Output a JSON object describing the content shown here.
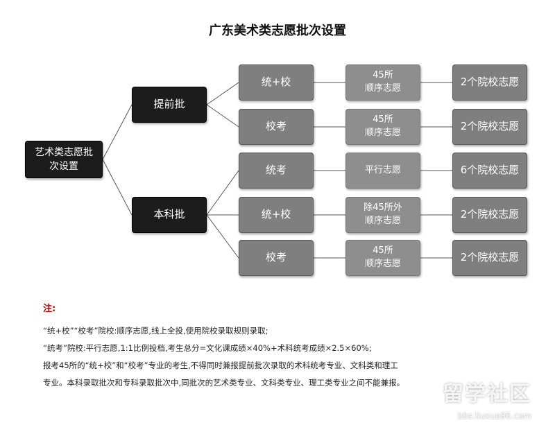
{
  "title": "广东美术类志愿批次设置",
  "root": {
    "line1": "艺术类志愿批",
    "line2": "次设置"
  },
  "batches": [
    "提前批",
    "本科批"
  ],
  "rows": [
    {
      "type": "统+校",
      "vol1": "45所",
      "vol2": "顺序志愿",
      "count": "2个院校志愿"
    },
    {
      "type": "校考",
      "vol1": "45所",
      "vol2": "顺序志愿",
      "count": "2个院校志愿"
    },
    {
      "type": "统考",
      "vol1": "平行志愿",
      "vol2": "",
      "count": "6个院校志愿"
    },
    {
      "type": "统+校",
      "vol1": "除45所外",
      "vol2": "顺序志愿",
      "count": "2个院校志愿"
    },
    {
      "type": "校考",
      "vol1": "45所",
      "vol2": "顺序志愿",
      "count": "2个院校志愿"
    }
  ],
  "notes": {
    "label": "注:",
    "lines": [
      "“统+校”“校考”院校:顺序志愿,线上全投,使用院校录取规则录取;",
      "“统考”院校:平行志愿,1:1比例投档,考生总分=文化课成绩×40%+术科统考成绩×2.5×60%;",
      "报考45所的“统+校”和“校考”专业的考生,不得同时兼报提前批次录取的术科统考专业、文科类和理工",
      "专业。本科录取批次和专科录取批次中,同批次的艺术类专业、文科类专业、理工类专业之间不能兼报。"
    ]
  },
  "watermark": {
    "text": "留学社区",
    "url": "bbs.liuxue86.com"
  },
  "colors": {
    "dark": "#1c1c1c",
    "mid": "#7f7f7f",
    "light": "#8e8e8e",
    "note_label": "#c00000"
  }
}
